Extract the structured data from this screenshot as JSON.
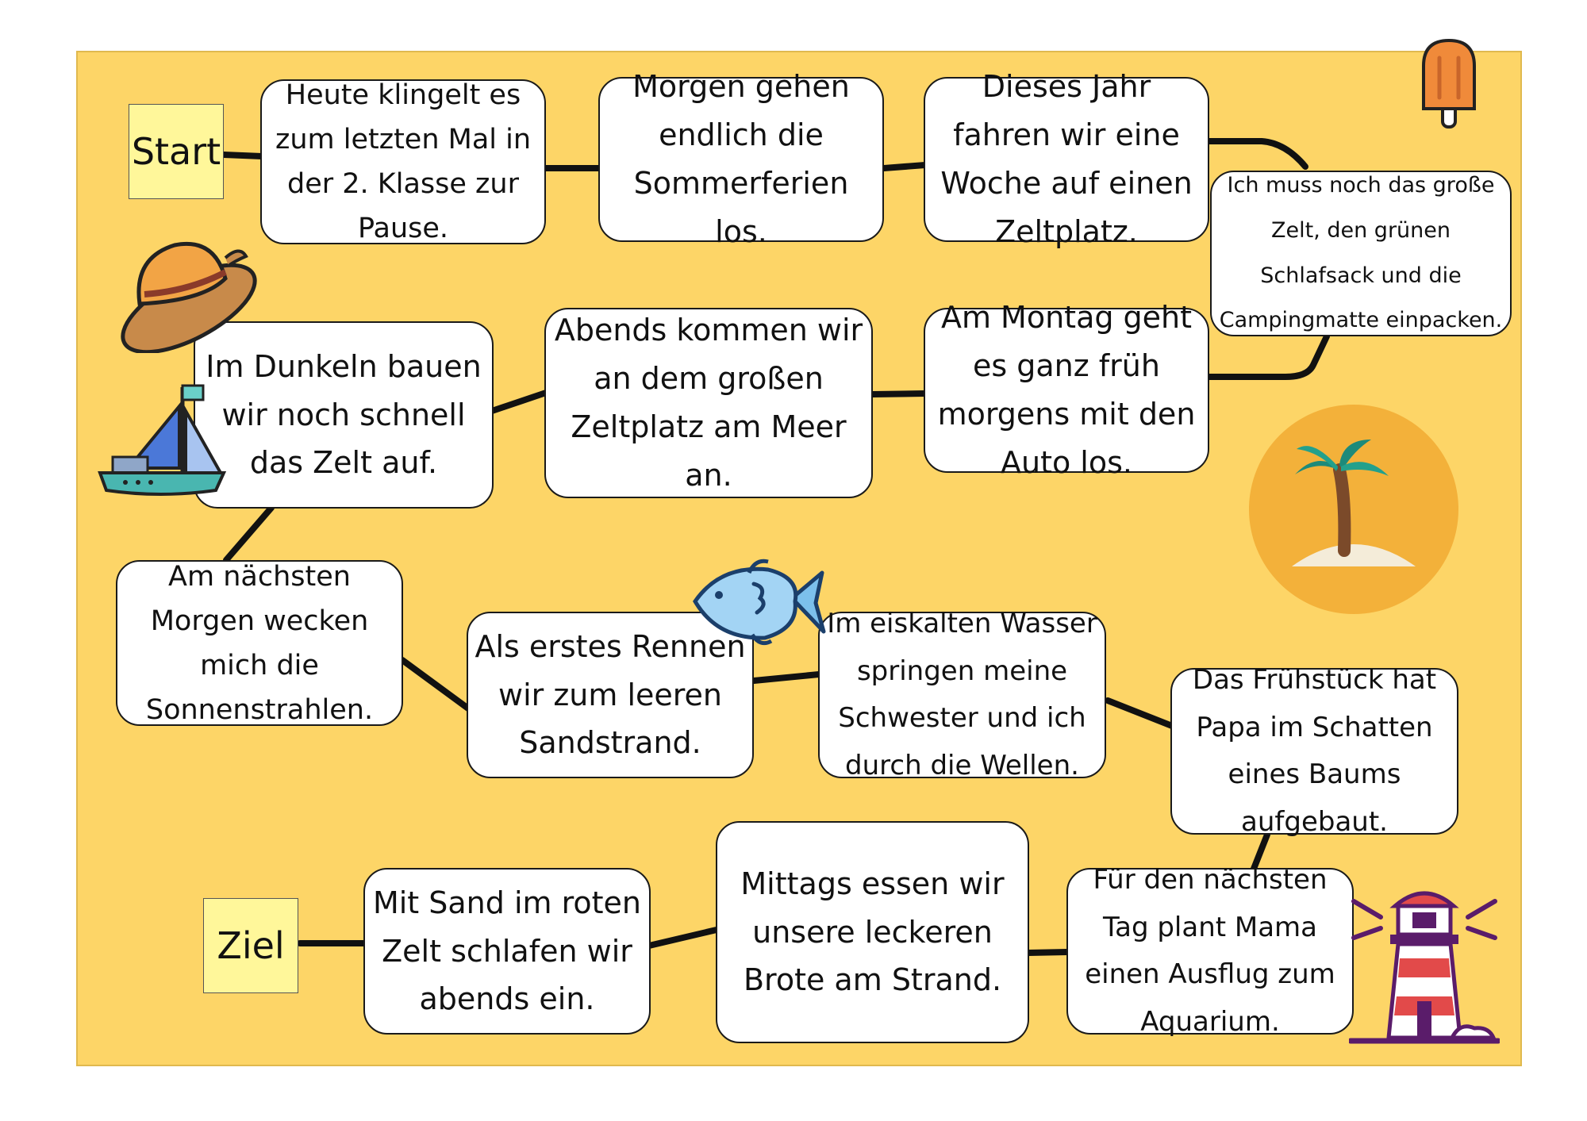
{
  "board": {
    "start_label": "Start",
    "goal_label": "Ziel",
    "colors": {
      "board": "#fdd567",
      "path": "#111111",
      "card": "#ffffff",
      "label": "#fff79a"
    },
    "icons": [
      "popsicle-icon",
      "sun-hat-icon",
      "sailboat-icon",
      "palm-island-icon",
      "fish-icon",
      "lighthouse-icon"
    ],
    "cards": [
      "Heute klingelt es zum letzten Mal in der 2. Klasse zur Pause.",
      "Morgen gehen endlich die Sommerferien los.",
      "Dieses Jahr fahren wir eine Woche auf einen Zeltplatz.",
      "Ich  muss noch das große Zelt, den grünen Schlafsack und die Campingmatte einpacken.",
      "Am Montag geht es ganz früh morgens mit den Auto los.",
      "Abends kommen wir an dem großen Zeltplatz am Meer an.",
      "Im Dunkeln bauen wir noch schnell das Zelt auf.",
      "Am nächsten Morgen wecken mich die Sonnenstrahlen.",
      "Als erstes Rennen wir zum leeren Sandstrand.",
      "Im eiskalten Wasser springen meine Schwester und ich durch die Wellen.",
      "Das Frühstück hat Papa im Schatten eines Baums aufgebaut.",
      "Für den nächsten Tag plant Mama einen Ausflug zum Aquarium.",
      "Mittags essen wir unsere leckeren Brote am Strand.",
      "Mit Sand im roten Zelt schlafen wir abends ein."
    ]
  }
}
